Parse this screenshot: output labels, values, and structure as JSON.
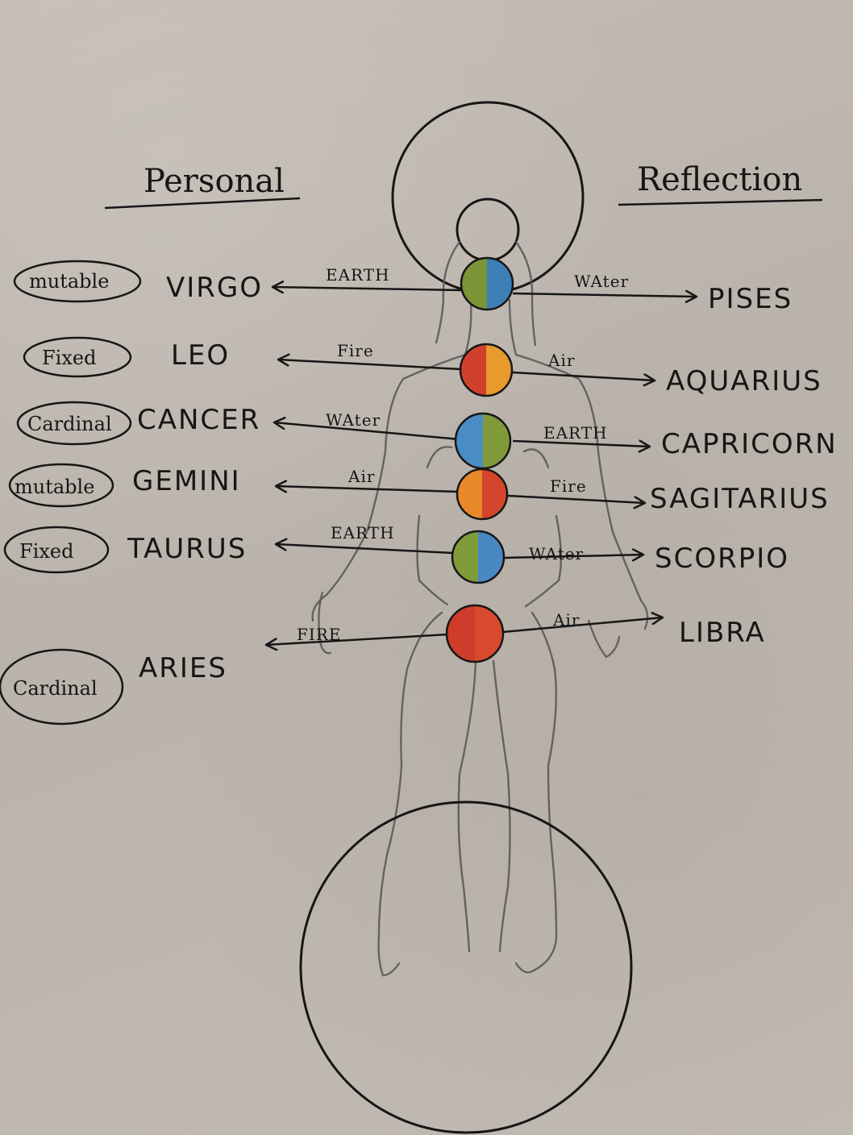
{
  "headers": {
    "left": "Personal",
    "right": "Reflection"
  },
  "rows": [
    {
      "modality": "mutable",
      "left_sign": "VIRGO",
      "left_element": "EARTH",
      "right_element": "WAter",
      "right_sign": "PISES",
      "ball_colors": [
        "#7a9436",
        "#3e7fb8"
      ]
    },
    {
      "modality": "Fixed",
      "left_sign": "LEO",
      "left_element": "Fire",
      "right_element": "Air",
      "right_sign": "AQUARIUS",
      "ball_colors": [
        "#d0412d",
        "#e99a2c"
      ]
    },
    {
      "modality": "Cardinal",
      "left_sign": "CANCER",
      "left_element": "WAter",
      "right_element": "EARTH",
      "right_sign": "CAPRICORN",
      "ball_colors": [
        "#4a8cc4",
        "#7f9a38"
      ]
    },
    {
      "modality": "mutable",
      "left_sign": "GEMINI",
      "left_element": "Air",
      "right_element": "Fire",
      "right_sign": "SAGITARIUS",
      "ball_colors": [
        "#e8892b",
        "#d3462c"
      ]
    },
    {
      "modality": "Fixed",
      "left_sign": "TAURUS",
      "left_element": "EARTH",
      "right_element": "WAter",
      "right_sign": "SCORPIO",
      "ball_colors": [
        "#809b3a",
        "#4a88c2"
      ]
    },
    {
      "modality": "Cardinal",
      "left_sign": "ARIES",
      "left_element": "FIRE",
      "right_element": "Air",
      "right_sign": "LIBRA",
      "ball_colors": [
        "#cf3d2a",
        "#d84a2e"
      ]
    }
  ],
  "colors": {
    "ink": "#161616",
    "pencil": "#4a4a4a",
    "paper": "#bdb6ae"
  }
}
